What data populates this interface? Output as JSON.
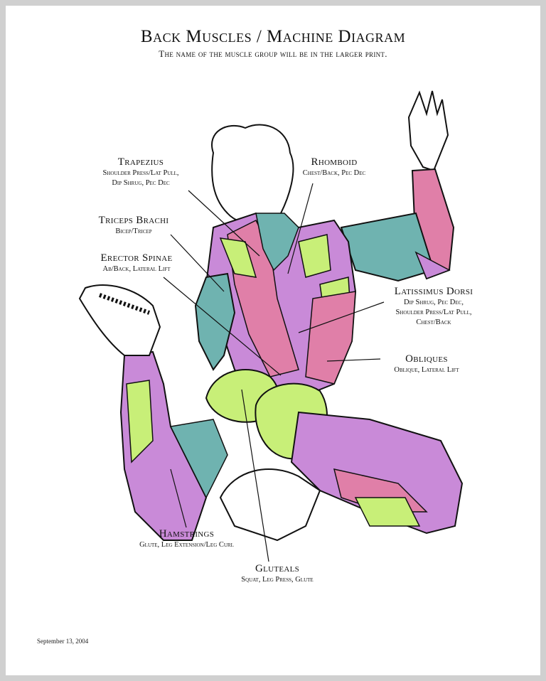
{
  "header": {
    "title": "Back Muscles / Machine Diagram",
    "subtitle": "The name of the muscle group will be in the larger print."
  },
  "labels": {
    "trapezius": {
      "name": "Trapezius",
      "uses": "Shoulder Press/Lat Pull,\nDip Shrug, Pec Dec"
    },
    "rhomboid": {
      "name": "Rhomboid",
      "uses": "Chest/Back, Pec Dec"
    },
    "triceps": {
      "name": "Triceps Brachi",
      "uses": "Bicep/Tricep"
    },
    "erector": {
      "name": "Erector Spinae",
      "uses": "Ab/Back, Lateral Lift"
    },
    "latissimus": {
      "name": "Latissimus Dorsi",
      "uses": "Dip Shrug,  Pec Dec,\nShoulder Press/Lat Pull,\nChest/Back"
    },
    "obliques": {
      "name": "Obliques",
      "uses": "Oblique, Lateral Lift"
    },
    "hamstrings": {
      "name": "Hamstrings",
      "uses": "Glute, Leg Extension/Leg Curl"
    },
    "gluteals": {
      "name": "Gluteals",
      "uses": "Squat, Leg Press, Glute"
    }
  },
  "footer": {
    "date": "September 13, 2004"
  },
  "colors": {
    "pink": "#e07fa8",
    "purple": "#c98ad8",
    "teal": "#6fb3b0",
    "green": "#c8ef78",
    "outline": "#111111"
  }
}
